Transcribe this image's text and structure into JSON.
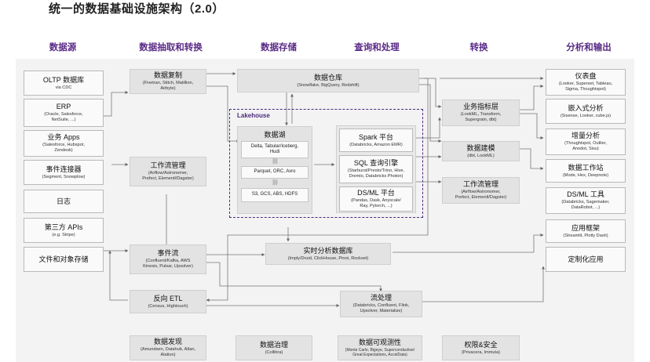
{
  "title": "统一的数据基础设施架构（2.0）",
  "columns": [
    "数据源",
    "数据抽取和转换",
    "数据存储",
    "查询和处理",
    "转换",
    "分析和输出"
  ],
  "sources": [
    {
      "title": "OLTP 数据库",
      "sub": "via CDC"
    },
    {
      "title": "ERP",
      "sub": "(Oracle, Salesforce,\nNetSuite, ...)"
    },
    {
      "title": "业务 Apps",
      "sub": "(Salesforce, Hubspot,\nZendesk)"
    },
    {
      "title": "事件连接器",
      "sub": "(Segment, Snowplow)"
    },
    {
      "title": "日志",
      "sub": ""
    },
    {
      "title": "第三方 APIs",
      "sub": "(e.g. Stripe)"
    },
    {
      "title": "文件和对象存储",
      "sub": ""
    }
  ],
  "extract": {
    "replication": {
      "title": "数据复制",
      "sub": "(Fivetran, Stitch, Matillion,\nAirbyte)"
    },
    "workflow": {
      "title": "工作流管理",
      "sub": "(Airflow/Astronomer,\nPrefect, Elementl/Dagster)"
    },
    "eventstream": {
      "title": "事件流",
      "sub": "(Confluent/Kafka, AWS\nKinesis, Pulsar, Upsolver)"
    },
    "reverse_etl": {
      "title": "反向 ETL",
      "sub": "(Census, Hightouch)"
    }
  },
  "storage": {
    "warehouse": {
      "title": "数据仓库",
      "sub": "(Snowflake, BigQuery, Redshift)"
    },
    "lakehouse_label": "Lakehouse",
    "datalake": {
      "title": "数据湖",
      "items": [
        "Delta, Tabular/Iceberg,\nHudi",
        "Parquet, ORC, Avro",
        "S3, GCS, ABS, HDFS"
      ]
    },
    "realtime": {
      "title": "实时分析数据库",
      "sub": "(Imply/Druid, ClickHouse, Pinot, Rockset)"
    }
  },
  "query": {
    "spark": {
      "title": "Spark 平台",
      "sub": "(Databricks, Amazon EMR)"
    },
    "sql": {
      "title": "SQL 查询引擎",
      "sub": "(Starburst/Presto/Trino, Hive,\nDremio, Databricks Photon)"
    },
    "dsml": {
      "title": "DS/ML 平台",
      "sub": "(Pandas, Dask, Anyscale/\nRay, Pytorch, ...)"
    },
    "stream": {
      "title": "流处理",
      "sub": "(Databricks, Confluent, Flink,\nUpsolver, Materialize)"
    }
  },
  "transform": {
    "metrics": {
      "title": "业务指标层",
      "sub": "(LookML, Transform,\nSupergrain, dbt)"
    },
    "modeling": {
      "title": "数据建模",
      "sub": "(dbt, LookML)"
    },
    "workflow": {
      "title": "工作流管理",
      "sub": "(Airflow/Astronomer,\nPrefect, Elementl/Dagster)"
    }
  },
  "outputs": [
    {
      "title": "仪表盘",
      "sub": "(Looker, Superset, Tableau,\nSigma, Thoughtspot)"
    },
    {
      "title": "嵌入式分析",
      "sub": "(Sisense, Looker, cube.js)"
    },
    {
      "title": "增量分析",
      "sub": "(Thoughtspot, Outlier,\nAnodot, Sisu)"
    },
    {
      "title": "数据工作站",
      "sub": "(Mode, Hex, Deepnote)"
    },
    {
      "title": "DS/ML 工具",
      "sub": "(Databricks, Sagemaker,\nDataRobot, ...)"
    },
    {
      "title": "应用框架",
      "sub": "(Streamlit, Plotly Dash)"
    },
    {
      "title": "定制化应用",
      "sub": ""
    }
  ],
  "bottom": [
    {
      "title": "数据发现",
      "sub": "(Amundsen, Datahub, Atlan,\nAlation)"
    },
    {
      "title": "数据治理",
      "sub": "(Collibra)"
    },
    {
      "title": "数据可观测性",
      "sub": "(Monte Carlo, Bigeye, Superconductive/\nGreat Expectations, AccelData)"
    },
    {
      "title": "权限&安全",
      "sub": "(Privacera, Immuta)"
    }
  ]
}
